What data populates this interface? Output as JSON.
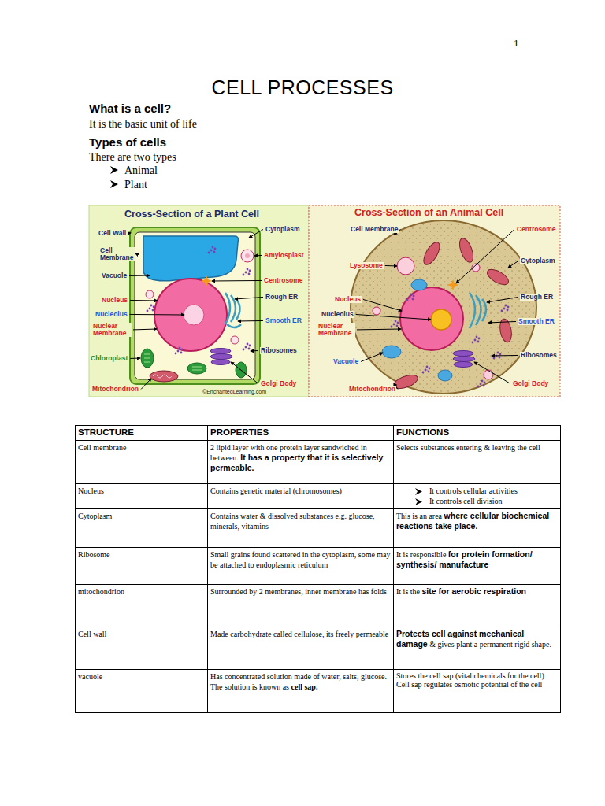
{
  "diagram": {
    "title": "CELL PROCESSES",
    "labels": [
      "1",
      "What is a cell?",
      "It is the basic unit of life",
      "Types of cells",
      "There are two types",
      "Animal",
      "Plant",
      "Cross-Section of a Plant Cell",
      "Cell Wall",
      "Cell Membrane",
      "Vacuole",
      "Nucleus",
      "Nucleolus",
      "Nuclear Membrane",
      "Chloroplast",
      "Mitochondrion",
      "Cytoplasm",
      "Amylosplast",
      "Centrosome",
      "Rough ER",
      "Smooth ER",
      "Ribosomes",
      "Golgi Body",
      "©EnchantedLearning.com",
      "Cross-Section of an Animal Cell",
      "Cell Membrane",
      "Lysosome",
      "Nucleus",
      "Nucleolus",
      "Nuclear Membrane",
      "Vacuole",
      "Mitochondrion",
      "Centrosome",
      "Cytoplasm",
      "Rough ER",
      "Smooth ER",
      "Ribosomes",
      "Golgi Body",
      "STRUCTURE",
      "PROPERTIES",
      "FUNCTIONS",
      "Cell membrane",
      "2 lipid layer with one protein layer sandwiched in between.",
      "It has a property that it is selectively permeable.",
      "Selects substances entering & leaving the cell",
      "Nucleus",
      "Contains genetic material (chromosomes)",
      "It controls cellular activities",
      "It controls cell division",
      "Cytoplasm",
      "Contains water & dissolved substances e.g. glucose, minerals, vitamins",
      "This is an area",
      "where cellular biochemical reactions take place.",
      "Ribosome",
      "Small grains found scattered in the cytoplasm, some may be attached to endoplasmic reticulum",
      "It is responsible",
      "for protein formation/ synthesis/ manufacture",
      "mitochondrion",
      "Surrounded by 2 membranes, inner membrane has folds",
      "It is the",
      "site for aerobic respiration",
      "Cell wall",
      "Made carbohydrate called cellulose, its freely permeable",
      "Protects cell against mechanical damage",
      "& gives plant a permanent rigid shape.",
      "vacuole",
      "Has concentrated solution made of water, salts, glucose. The solution is known as",
      "cell sap.",
      "Stores the cell sap (vital chemicals for the cell)",
      "Cell sap regulates osmotic potential of the cell"
    ]
  }
}
